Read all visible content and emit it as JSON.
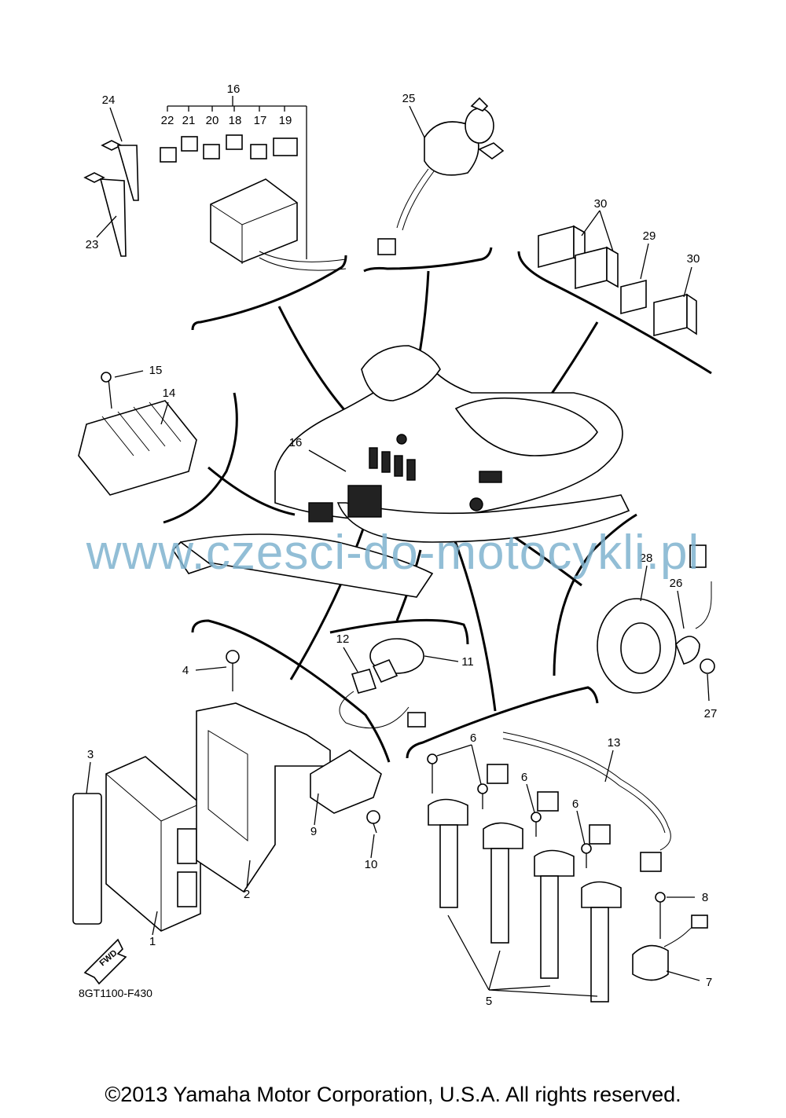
{
  "callouts": {
    "c1": "1",
    "c2": "2",
    "c3": "3",
    "c4": "4",
    "c5": "5",
    "c6a": "6",
    "c6b": "6",
    "c6c": "6",
    "c7": "7",
    "c8": "8",
    "c9": "9",
    "c10": "10",
    "c11": "11",
    "c12": "12",
    "c13": "13",
    "c14": "14",
    "c15": "15",
    "c16a": "16",
    "c16b": "16",
    "c17": "17",
    "c18": "18",
    "c19": "19",
    "c20": "20",
    "c21": "21",
    "c22": "22",
    "c23": "23",
    "c24": "24",
    "c25": "25",
    "c26": "26",
    "c27": "27",
    "c28": "28",
    "c29": "29",
    "c30a": "30",
    "c30b": "30"
  },
  "fwd_label": "FWD",
  "catalog_number": "8GT1100-F430",
  "watermark": "www.czesci-do-motocykli.pl",
  "copyright": "©2013 Yamaha Motor Corporation, U.S.A. All rights reserved."
}
